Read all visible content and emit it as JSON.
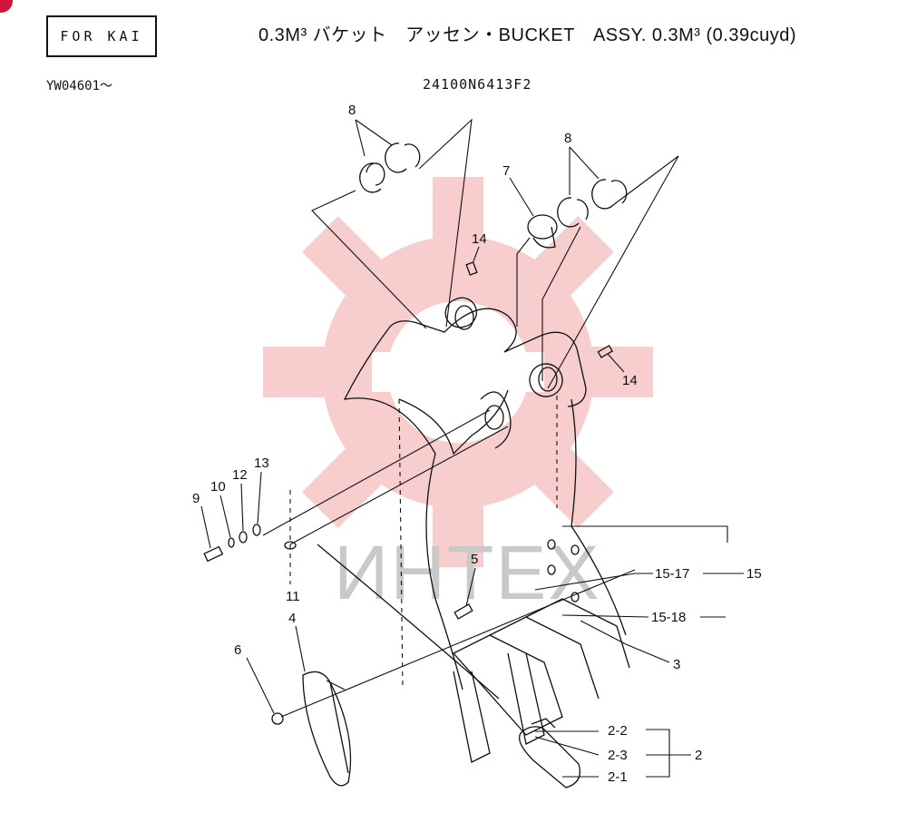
{
  "header": {
    "box_label": "FOR KAI",
    "title": "0.3M³ バケット　アッセン・BUCKET　ASSY. 0.3M³ (0.39cuyd)",
    "serial": "YW04601～",
    "part_number": "24100N6413F2"
  },
  "watermark": {
    "text": "ИНТЕХ",
    "logo": "gear-logo-watermark",
    "color": "#f6b9b9"
  },
  "callouts": {
    "c8a": "8",
    "c8b": "8",
    "c7": "7",
    "c14a": "14",
    "c14b": "14",
    "c9": "9",
    "c10": "10",
    "c12": "12",
    "c13": "13",
    "c11": "11",
    "c4": "4",
    "c6": "6",
    "c5": "5",
    "c3": "3",
    "c15_17": "15-17",
    "c15": "15",
    "c15_18": "15-18",
    "c2_2": "2-2",
    "c2_3": "2-3",
    "c2_1": "2-1",
    "c2": "2"
  },
  "colors": {
    "accent_marker": "#d0143a",
    "line": "#111111"
  }
}
